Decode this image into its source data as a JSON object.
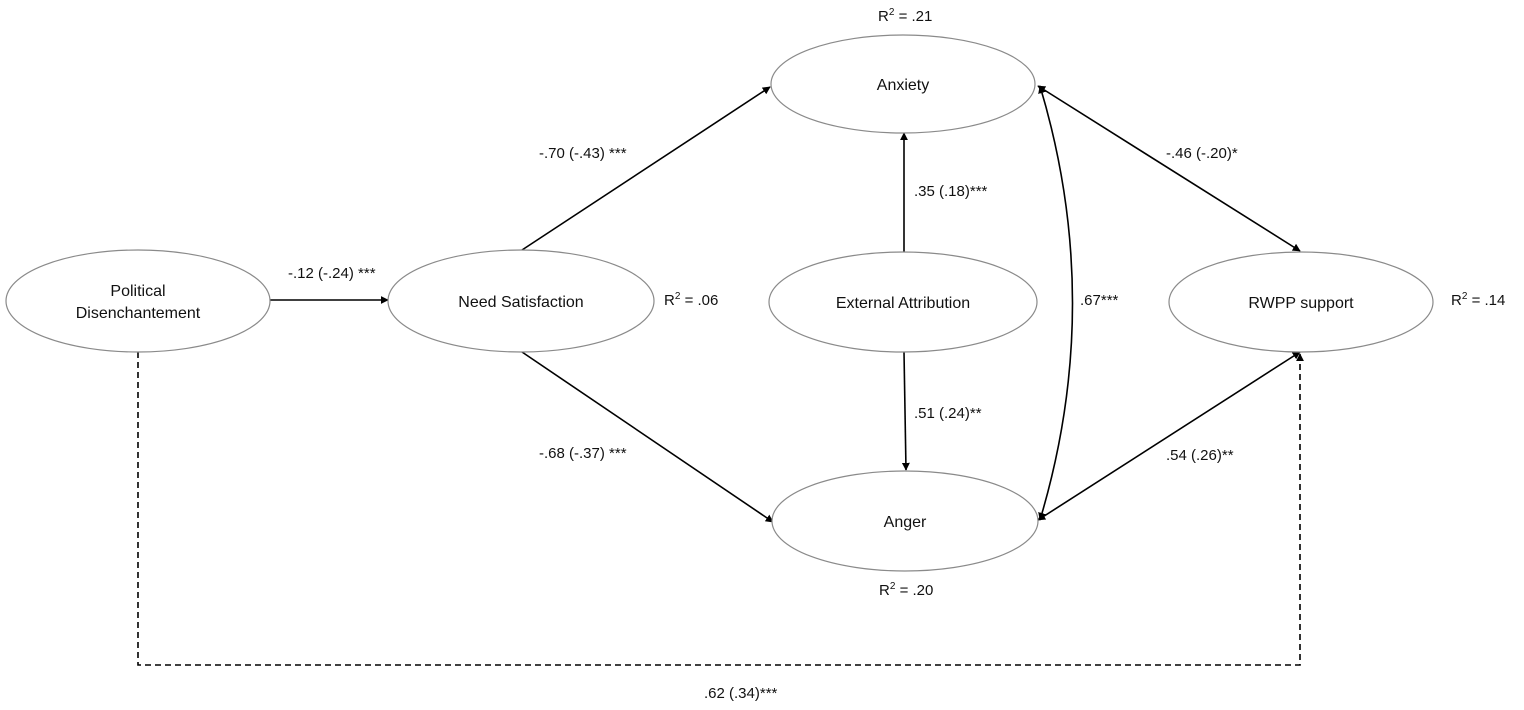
{
  "nodes": {
    "political": {
      "lines": [
        "Political",
        "Disenchantement"
      ]
    },
    "need": {
      "label": "Need Satisfaction",
      "r2_prefix": "R",
      "r2_value": " = .06"
    },
    "anxiety": {
      "label": "Anxiety",
      "r2_prefix": "R",
      "r2_value": " = .21"
    },
    "external": {
      "label": "External Attribution"
    },
    "anger": {
      "label": "Anger",
      "r2_prefix": "R",
      "r2_value": " = .20"
    },
    "rwpp": {
      "label": "RWPP support",
      "r2_prefix": "R",
      "r2_value": " = .14"
    }
  },
  "r2_superscript": "2",
  "paths": {
    "political_need": "-.12 (-.24) ***",
    "need_anxiety": "-.70 (-.43) ***",
    "need_anger": "-.68 (-.37) ***",
    "external_anxiety": ".35 (.18)***",
    "external_anger": ".51 (.24)**",
    "anxiety_anger": ".67***",
    "anxiety_rwpp": "-.46 (-.20)*",
    "anger_rwpp": ".54 (.26)**",
    "political_rwpp": ".62 (.34)***"
  }
}
